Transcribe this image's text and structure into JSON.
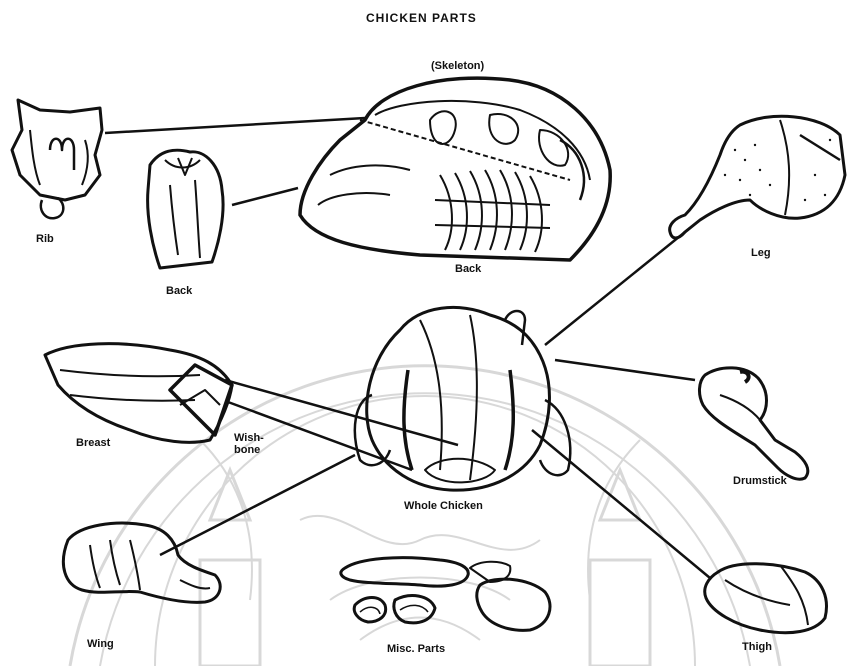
{
  "diagram": {
    "title": "CHICKEN PARTS",
    "labels": {
      "skeleton": "(Skeleton)",
      "rib": "Rib",
      "back_piece": "Back",
      "back_skeleton": "Back",
      "leg": "Leg",
      "breast": "Breast",
      "wishbone": "Wish-\nbone",
      "whole_chicken": "Whole Chicken",
      "drumstick": "Drumstick",
      "wing": "Wing",
      "misc_parts": "Misc. Parts",
      "thigh": "Thigh"
    },
    "colors": {
      "ink": "#111111",
      "watermark": "#d8d8d8"
    }
  }
}
